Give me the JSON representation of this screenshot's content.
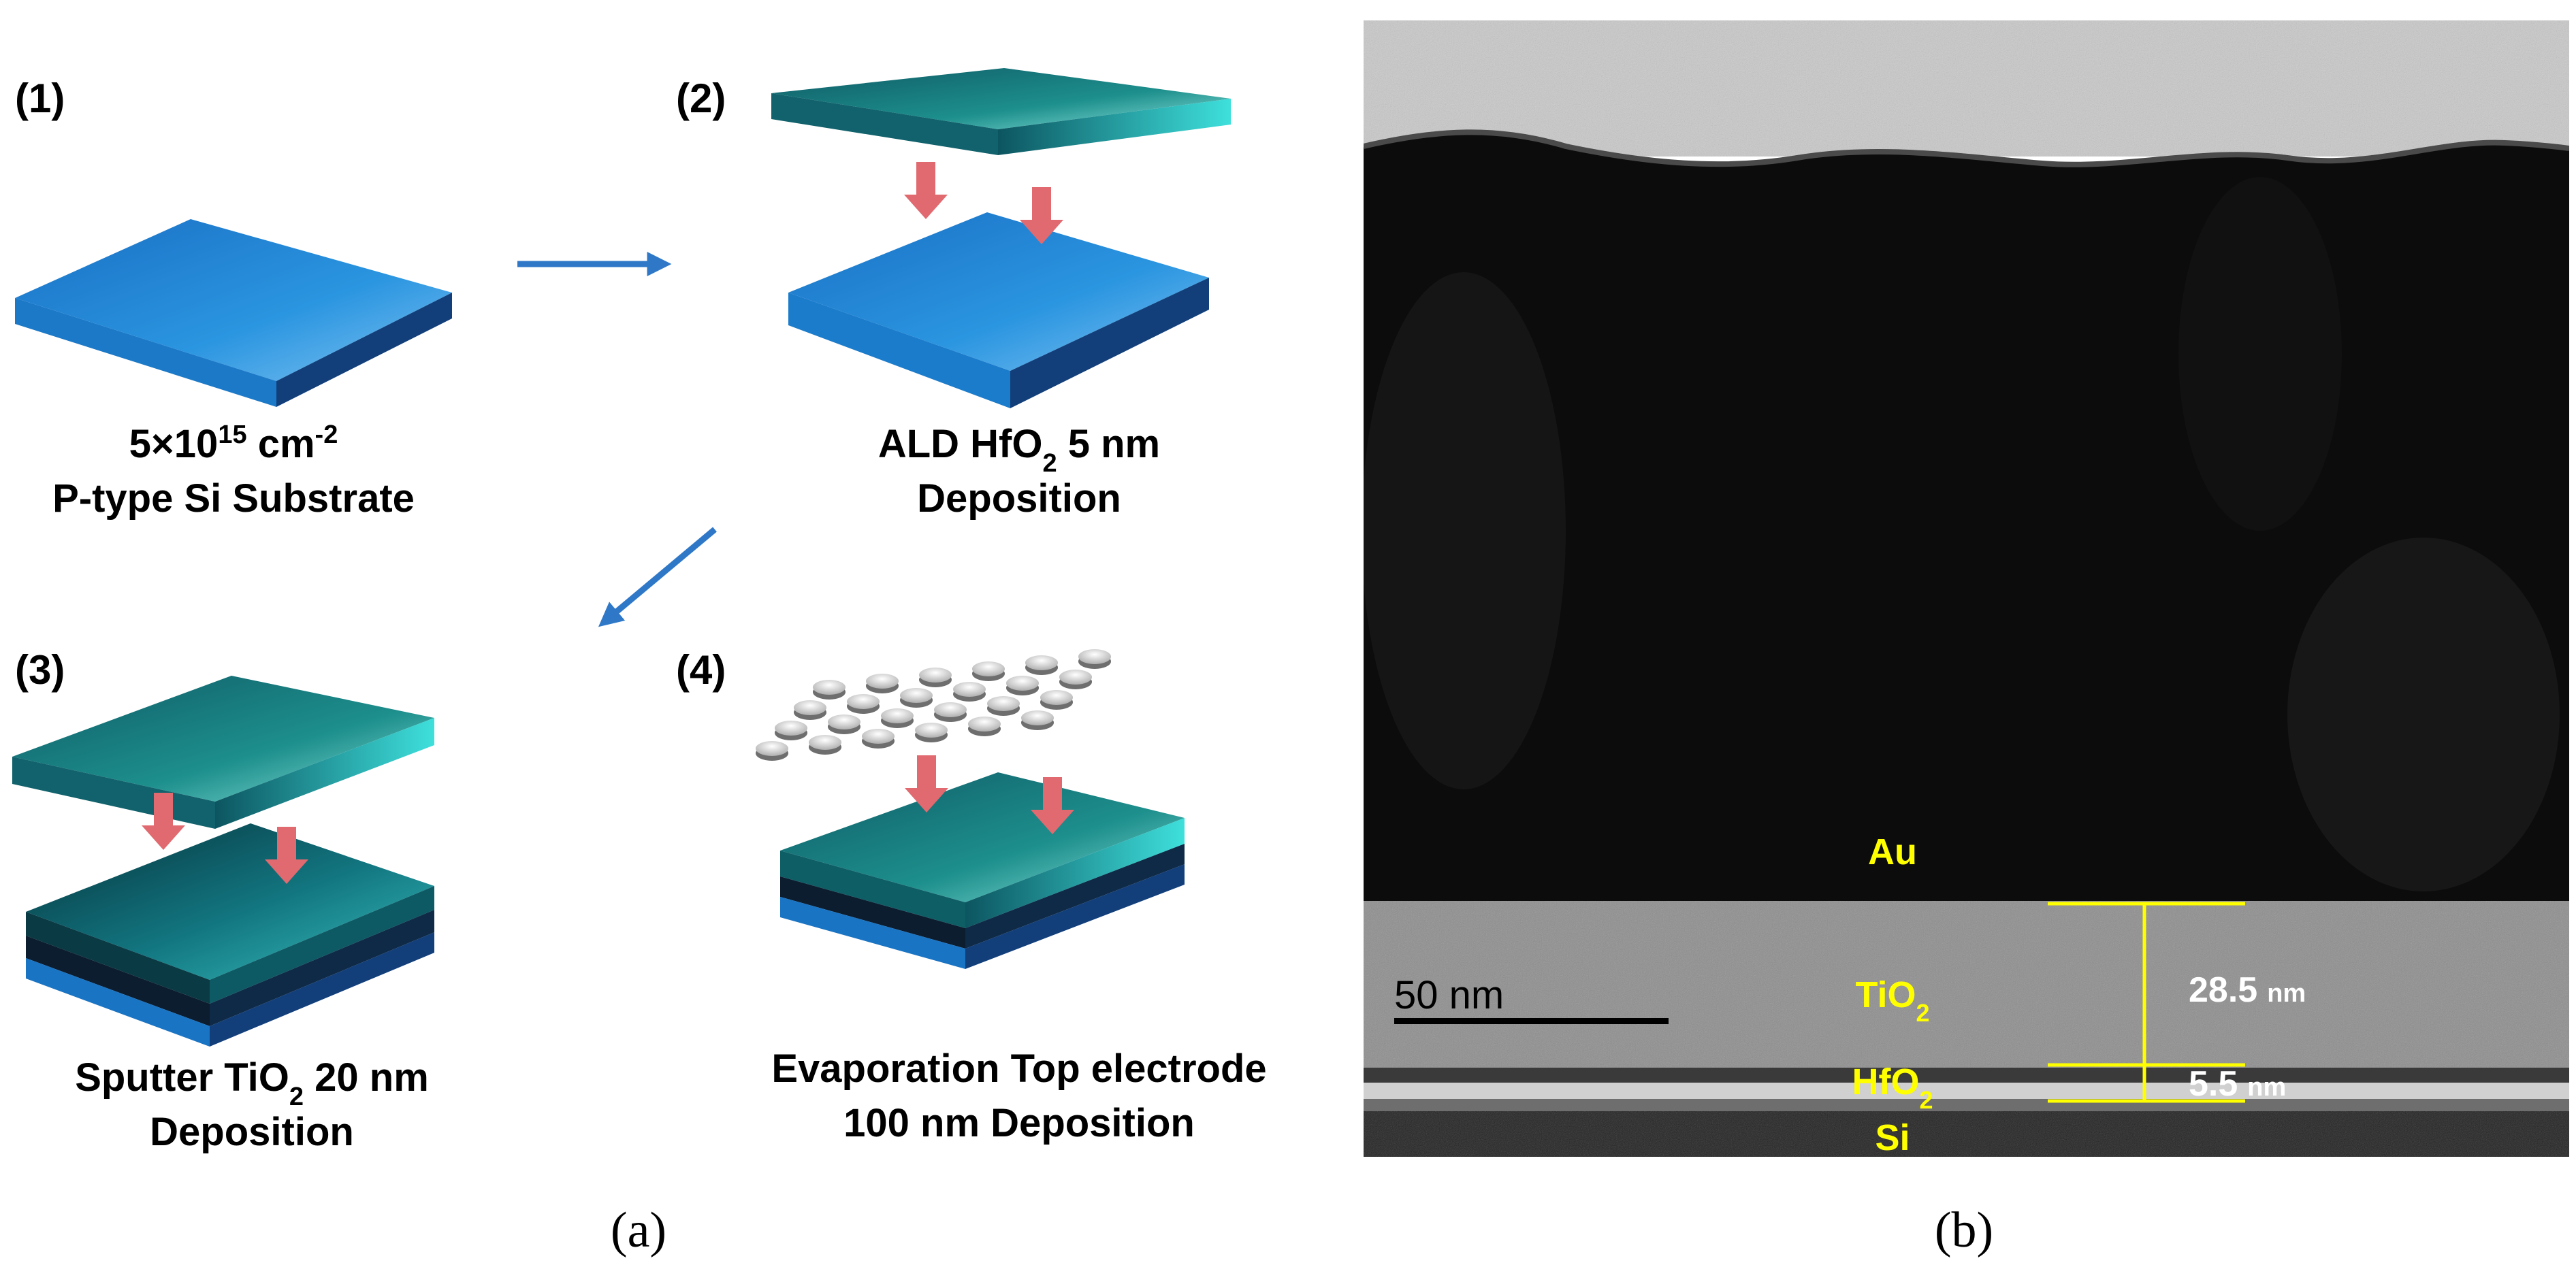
{
  "panel_a": {
    "label_prefix": "(",
    "label_letter": "a",
    "label_suffix": ")",
    "steps": [
      {
        "num": "(1)",
        "line1_a": "5×10",
        "line1_sup": "15",
        "line1_b": " cm",
        "line1_sup2": "-2",
        "line2": "P-type Si Substrate"
      },
      {
        "num": "(2)",
        "line1_a": "ALD HfO",
        "line1_sub": "2",
        "line1_b": " 5 nm",
        "line2": "Deposition"
      },
      {
        "num": "(3)",
        "line1_a": "Sputter TiO",
        "line1_sub": "2",
        "line1_b": " 20 nm",
        "line2": "Deposition"
      },
      {
        "num": "(4)",
        "line1": "Evaporation Top electrode",
        "line2": "100 nm Deposition"
      }
    ]
  },
  "panel_b": {
    "label_prefix": "(",
    "label_letter": "b",
    "label_suffix": ")",
    "layers": {
      "au": "Au",
      "tio2_a": "TiO",
      "tio2_sub": "2",
      "hfo2_a": "HfO",
      "hfo2_sub": "2",
      "si": "Si"
    },
    "thickness_tio2": {
      "value": "28.5",
      "unit": "nm"
    },
    "thickness_hfo2": {
      "value": "5.5",
      "unit": "nm"
    },
    "scale_bar": "50 nm"
  },
  "colors": {
    "si_blue": "#1f86d0",
    "oxide_teal": "#1d8f8c",
    "arrow_red": "#e06a6f",
    "flow_arrow": "#2f78c8",
    "tem_label": "#ffff00"
  }
}
